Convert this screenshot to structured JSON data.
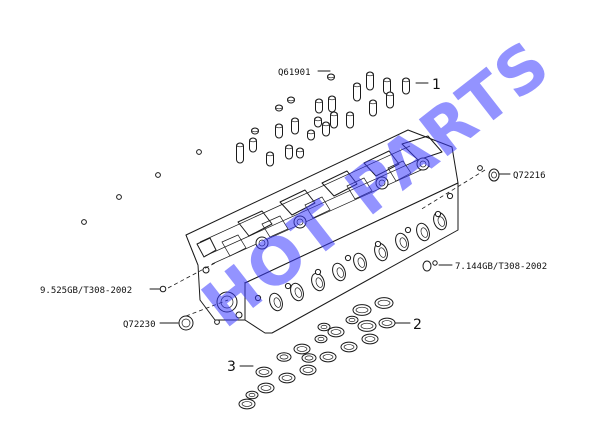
{
  "colors": {
    "line": "#1a1a1a",
    "watermark": "#3a3aff",
    "background": "#ffffff"
  },
  "watermark": "HOT PARTS",
  "labels": {
    "q61901": "Q61901",
    "q72216": "Q72216",
    "gb144": "7.144GB/T308-2002",
    "gb525": "9.525GB/T308-2002",
    "q72230": "Q72230"
  },
  "callouts": {
    "c1": "1",
    "c2": "2",
    "c3": "3"
  },
  "parts": [
    "valve-guide",
    "cylinder-head",
    "steel-ball",
    "seal-ring",
    "valve-seat-insert"
  ]
}
